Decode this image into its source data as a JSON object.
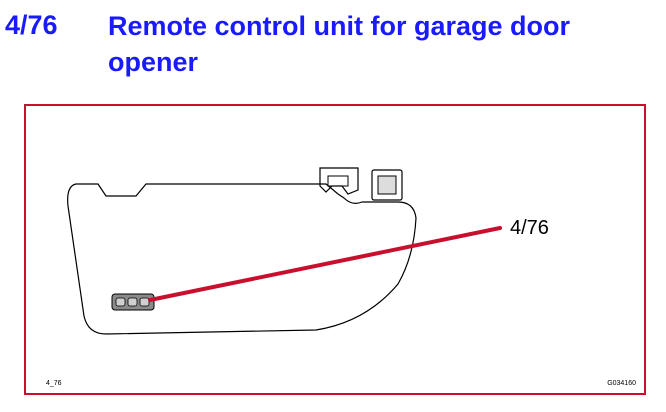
{
  "header": {
    "number": "4/76",
    "title": "Remote control unit for garage door opener"
  },
  "figure": {
    "callout_label": "4/76",
    "ref_left": "4_76",
    "code_right": "G034160"
  },
  "colors": {
    "heading": "#1a1aff",
    "frame": "#c8102e",
    "callout_line": "#c8102e"
  },
  "icons": [
    "sun-visor-illustration",
    "garage-remote-buttons"
  ]
}
